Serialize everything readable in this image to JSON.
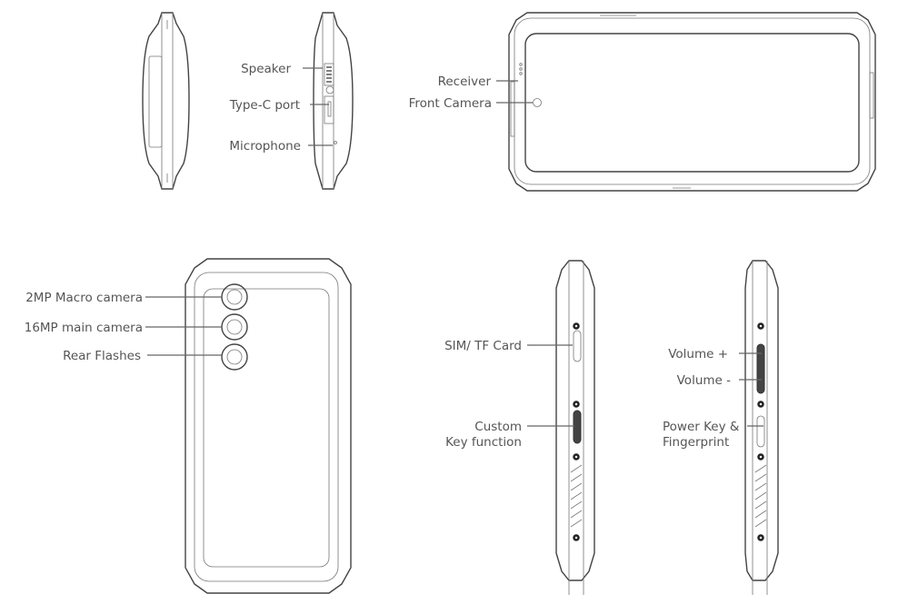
{
  "title": "Phone layout diagram",
  "labels": {
    "speaker": "Speaker",
    "type_c_port": "Type-C port",
    "microphone": "Microphone",
    "receiver": "Receiver",
    "front_camera": "Front Camera",
    "macro_camera": "2MP Macro camera",
    "main_camera": "16MP main camera",
    "rear_flashes": "Rear Flashes",
    "sim_tf_card": "SIM/ TF Card",
    "custom_key_line1": "Custom",
    "custom_key_line2": "Key function",
    "volume_up": "Volume +",
    "volume_down": "Volume -",
    "power_key_line1": "Power Key &",
    "power_key_line2": "Fingerprint"
  }
}
